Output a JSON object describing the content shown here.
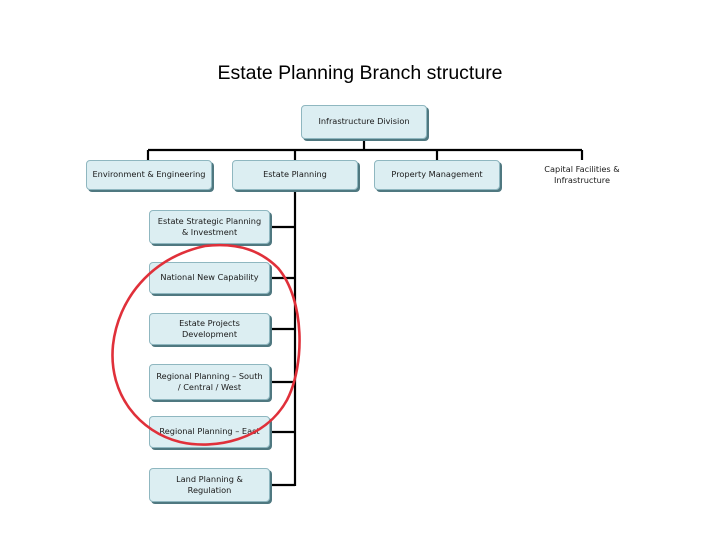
{
  "title": "Estate Planning Branch structure",
  "root": "Infrastructure Division",
  "level1": [
    "Environment & Engineering",
    "Estate Planning",
    "Property Management",
    "Capital Facilities & Infrastructure"
  ],
  "estate_planning_children": [
    "Estate Strategic Planning & Investment",
    "National New Capability",
    "Estate Projects Development",
    "Regional Planning – South / Central / West",
    "Regional Planning – East",
    "Land Planning & Regulation"
  ],
  "colors": {
    "box_fill": "#dceef2",
    "highlight_circle": "#e0303a"
  }
}
